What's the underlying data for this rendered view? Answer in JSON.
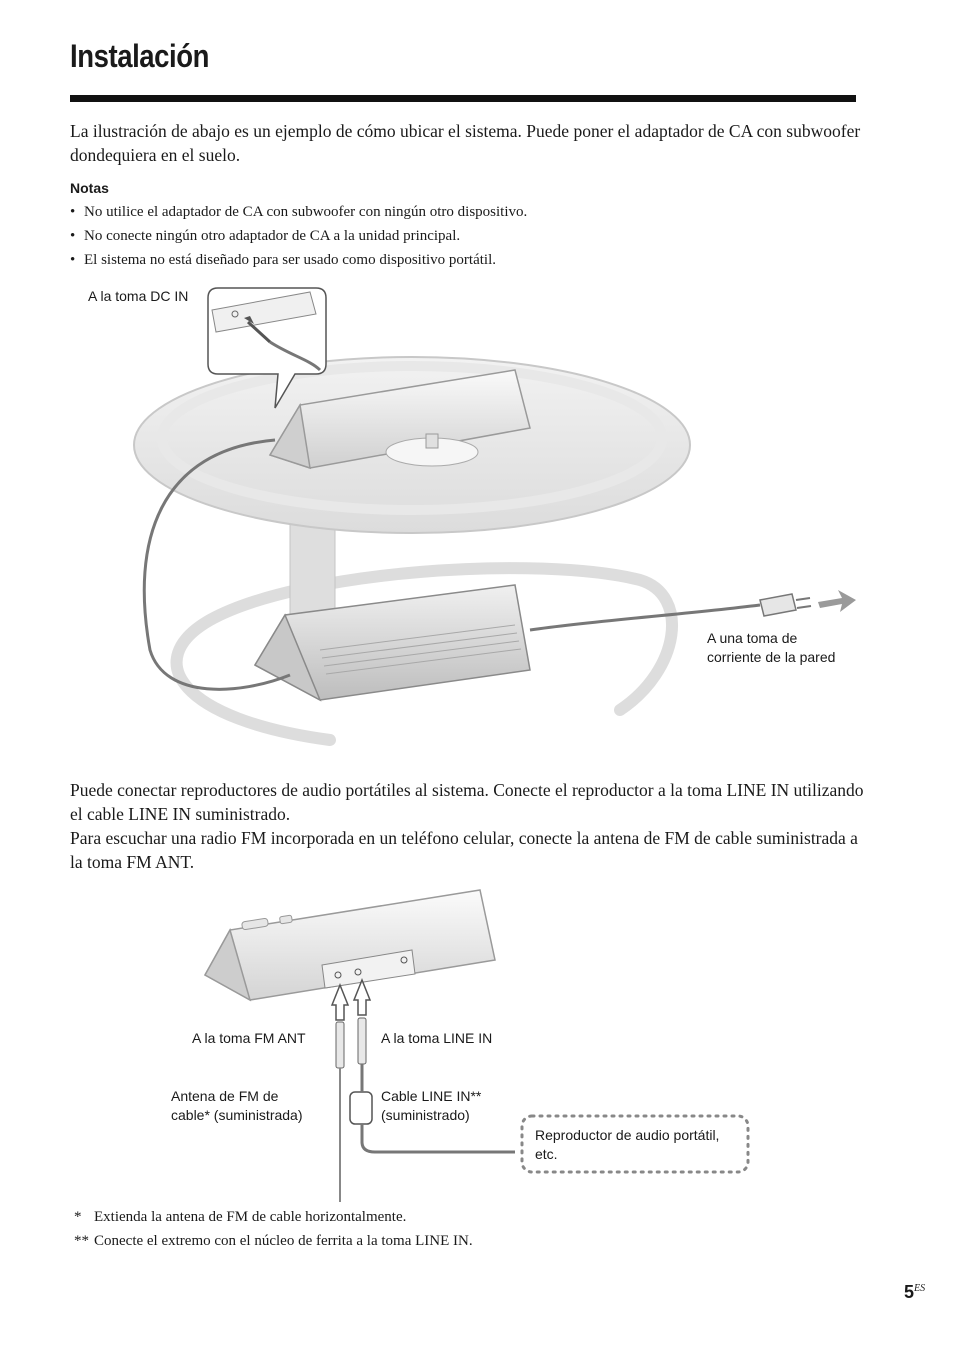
{
  "page": {
    "title": "Instalación",
    "intro": "La ilustración de abajo es un ejemplo de cómo ubicar el sistema. Puede poner el adaptador de CA con subwoofer dondequiera en el suelo.",
    "notes_heading": "Notas",
    "notes": [
      "No utilice el adaptador de CA con subwoofer con ningún otro dispositivo.",
      "No conecte ningún otro adaptador de CA a la unidad principal.",
      "El sistema no está diseñado para ser usado como dispositivo portátil."
    ],
    "paragraph2": "Puede conectar reproductores de audio portátiles al sistema. Conecte el reproductor a la toma LINE IN utilizando el cable LINE IN suministrado.",
    "paragraph3": "Para escuchar una radio FM incorporada en un teléfono celular, conecte la antena de FM de cable suministrada a la toma FM ANT.",
    "footnotes": [
      {
        "mark": "*",
        "text": "Extienda la antena de FM de cable horizontalmente."
      },
      {
        "mark": "**",
        "text": "Conecte el extremo con el núcleo de ferrita a la toma LINE IN."
      }
    ],
    "page_number": "5",
    "page_lang": "ES"
  },
  "figure1": {
    "label_dc_in": "A la toma DC IN",
    "label_wall_line1": "A una toma de",
    "label_wall_line2": "corriente de la pared"
  },
  "figure2": {
    "label_fm_ant": "A la toma FM ANT",
    "label_line_in": "A la toma LINE IN",
    "label_antenna_line1": "Antena de FM de",
    "label_antenna_line2": "cable* (suministrada)",
    "label_cable_line1": "Cable LINE IN**",
    "label_cable_line2": "(suministrado)",
    "label_player_line1": "Reproductor de audio portátil,",
    "label_player_line2": "etc."
  }
}
